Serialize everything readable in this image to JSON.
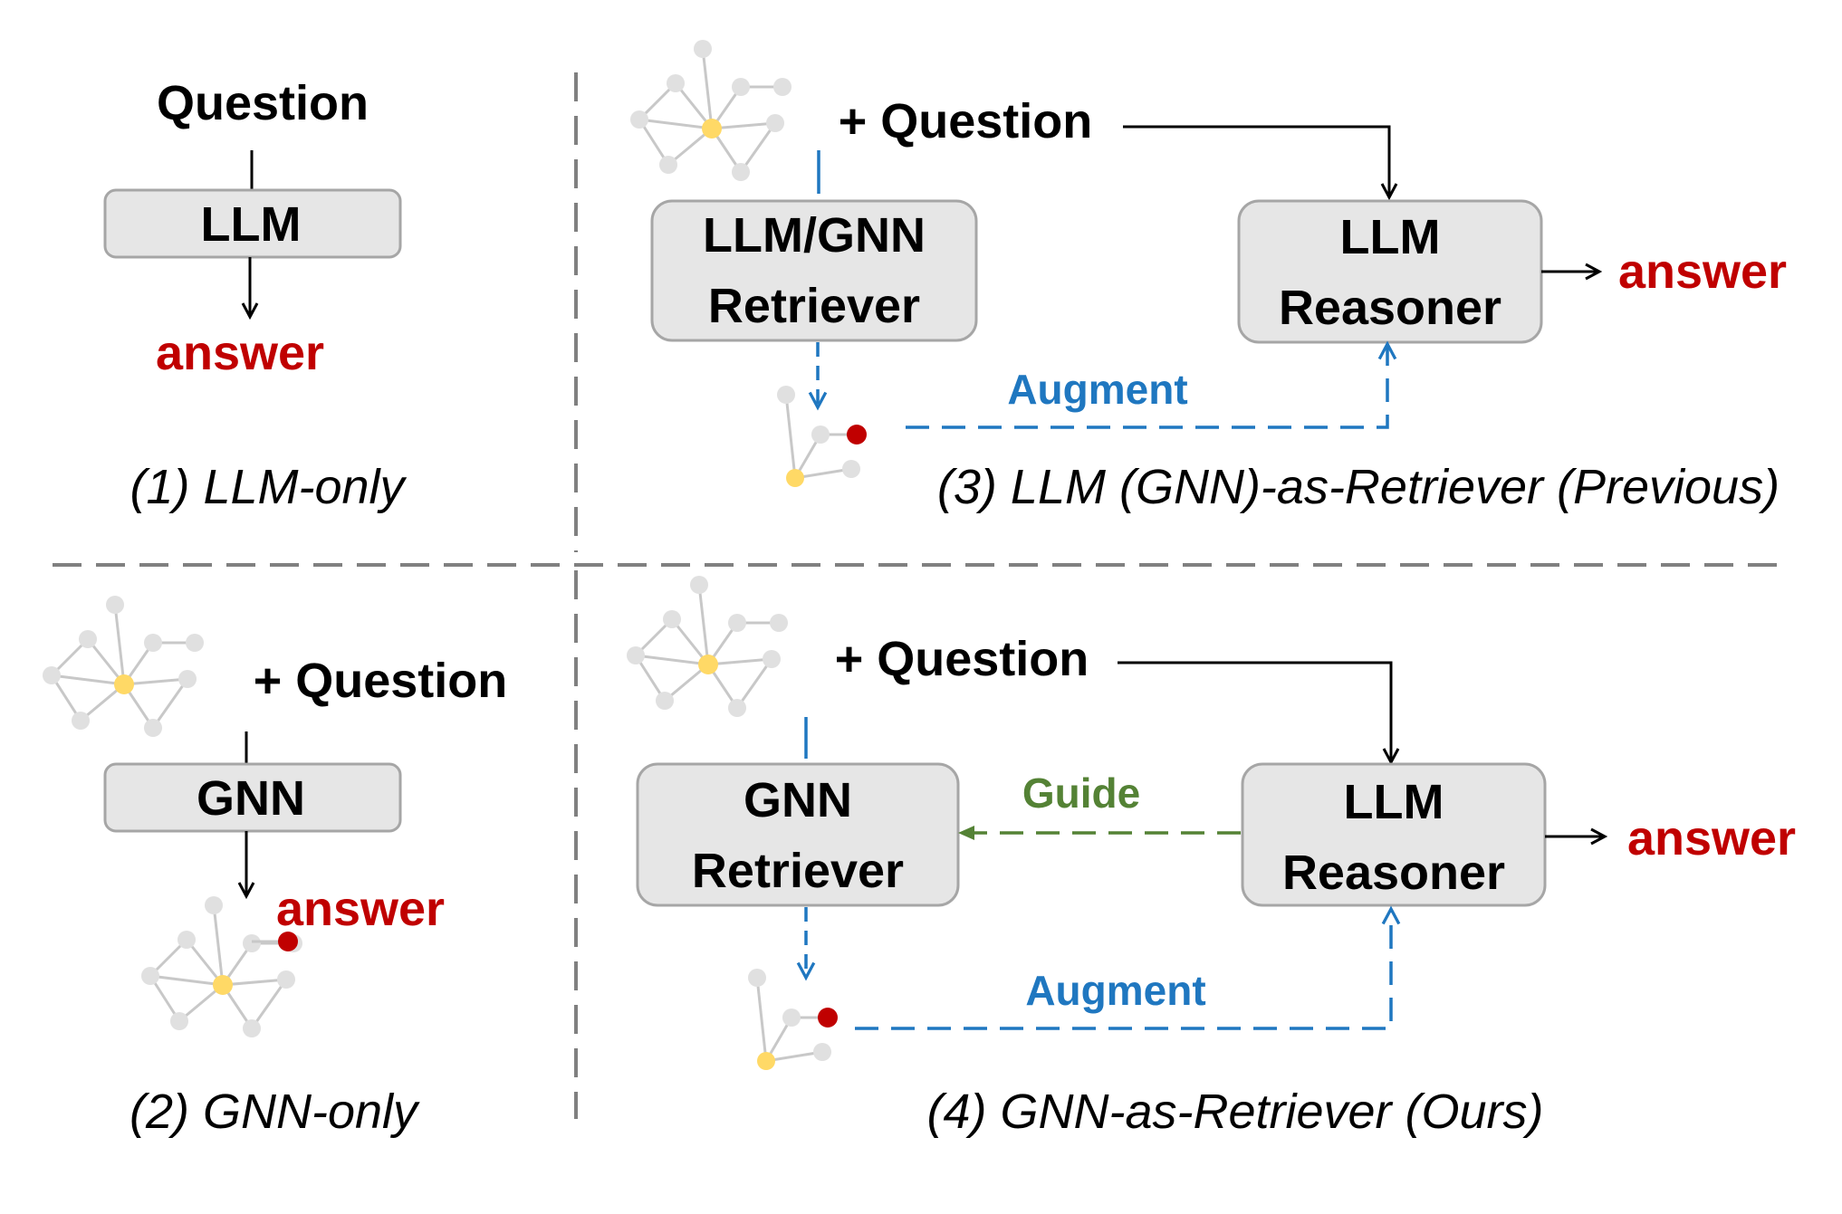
{
  "colors": {
    "box_fill": "#e6e6e6",
    "box_stroke": "#a6a6a6",
    "answer": "#c00000",
    "augment_blue": "#1f77c0",
    "guide_green": "#548235",
    "divider": "#808080",
    "graph_node": "#d9d9d9",
    "graph_edge": "#bfbfbf",
    "graph_center": "#ffd966",
    "answer_node": "#c00000"
  },
  "panel1": {
    "question": "Question",
    "llm": "LLM",
    "answer": "answer",
    "caption": "(1) LLM-only"
  },
  "panel2": {
    "question": "+ Question",
    "gnn": "GNN",
    "answer": "answer",
    "caption": "(2) GNN-only"
  },
  "panel3": {
    "question": "+ Question",
    "retriever_line1": "LLM/GNN",
    "retriever_line2": "Retriever",
    "reasoner_line1": "LLM",
    "reasoner_line2": "Reasoner",
    "augment": "Augment",
    "answer": "answer",
    "caption": "(3) LLM (GNN)-as-Retriever (Previous)"
  },
  "panel4": {
    "question": "+ Question",
    "retriever_line1": "GNN",
    "retriever_line2": "Retriever",
    "reasoner_line1": "LLM",
    "reasoner_line2": "Reasoner",
    "guide": "Guide",
    "augment": "Augment",
    "answer": "answer",
    "caption": "(4) GNN-as-Retriever (Ours)"
  }
}
